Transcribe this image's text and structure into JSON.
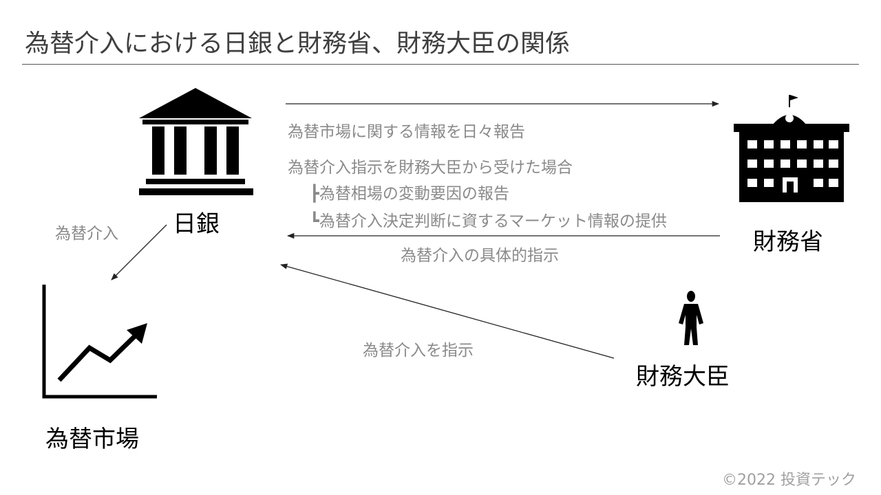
{
  "title": "為替介入における日銀と財務省、財務大臣の関係",
  "nodes": {
    "boj": "日銀",
    "mof": "財務省",
    "minister": "財務大臣",
    "market": "為替市場"
  },
  "labels": {
    "report_daily": "為替市場に関する情報を日々報告",
    "when_instructed": "為替介入指示を財務大臣から受けた場合",
    "sub1": "┣為替相場の変動要因の報告",
    "sub2": "┗為替介入決定判断に資するマーケット情報の提供",
    "specific_instruction": "為替介入の具体的指示",
    "intervention": "為替介入",
    "instruct": "為替介入を指示"
  },
  "copyright": "©2022 投資テック",
  "icons": [
    "bank-icon",
    "government-building-icon",
    "person-silhouette-icon",
    "rising-chart-icon"
  ]
}
